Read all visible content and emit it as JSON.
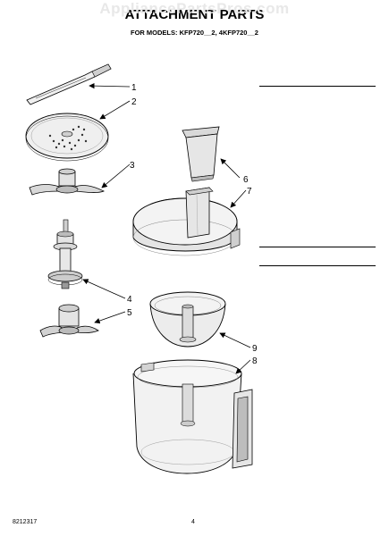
{
  "watermark": "AppliancePartsPros.com",
  "title": "ATTACHMENT PARTS",
  "subtitle": "FOR MODELS: KFP720__2, 4KFP720__2",
  "callouts": {
    "c1": "1",
    "c2": "2",
    "c3": "3",
    "c4": "4",
    "c5": "5",
    "c6": "6",
    "c7": "7",
    "c8": "8",
    "c9": "9"
  },
  "footer": {
    "doc_number": "8212317",
    "page_number": "4"
  }
}
